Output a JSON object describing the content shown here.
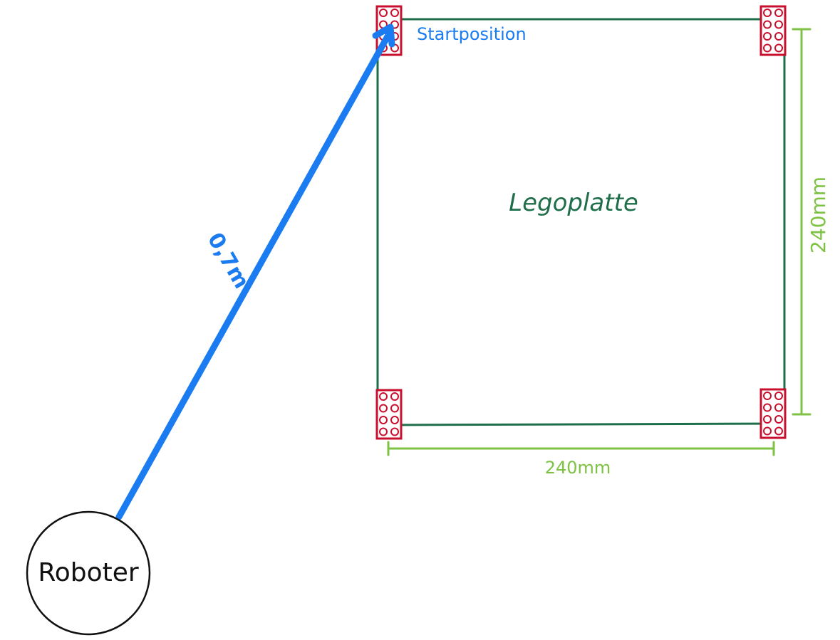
{
  "diagram": {
    "plate": {
      "label": "Legoplatte",
      "border_color": "#1f6e4a",
      "brick_color": "#c8102e",
      "corner_bricks": [
        "brick-top-left",
        "brick-top-right",
        "brick-bottom-left",
        "brick-bottom-right"
      ]
    },
    "start": {
      "label": "Startposition",
      "color": "#1a7cf0"
    },
    "robot": {
      "label": "Roboter",
      "outline_color": "#111111"
    },
    "arrow": {
      "label": "0,7m",
      "color": "#1a7cf0"
    },
    "dimensions": {
      "width_label": "240mm",
      "height_label": "240mm",
      "color": "#7dc242"
    }
  }
}
